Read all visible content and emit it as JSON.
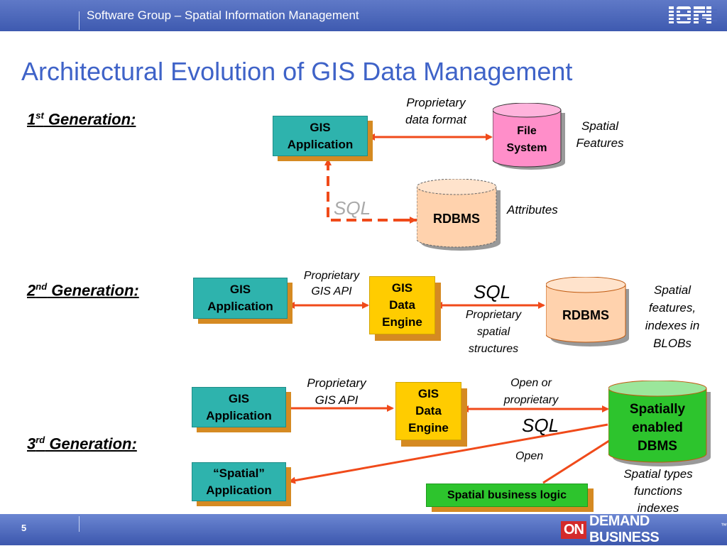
{
  "header": {
    "text": "Software Group – Spatial Information Management",
    "logo": "IBM"
  },
  "title": "Architectural Evolution of GIS Data Management",
  "gen1": {
    "label_pre": "1",
    "label_sup": "st",
    "label_post": " Generation:",
    "app": [
      "GIS",
      "Application"
    ],
    "filesystem": [
      "File",
      "System"
    ],
    "rdbms": "RDBMS",
    "prop_format": [
      "Proprietary",
      "data format"
    ],
    "spatial_features": [
      "Spatial",
      "Features"
    ],
    "attributes": "Attributes",
    "sql": "SQL"
  },
  "gen2": {
    "label_pre": "2",
    "label_sup": "nd",
    "label_post": " Generation:",
    "app": [
      "GIS",
      "Application"
    ],
    "engine": [
      "GIS",
      "Data",
      "Engine"
    ],
    "rdbms": "RDBMS",
    "prop_api": [
      "Proprietary",
      "GIS API"
    ],
    "sql": "SQL",
    "prop_structures": [
      "Proprietary",
      "spatial",
      "structures"
    ],
    "blobs": [
      "Spatial",
      "features,",
      "indexes in",
      "BLOBs"
    ]
  },
  "gen3": {
    "label_pre": "3",
    "label_sup": "rd",
    "label_post": " Generation:",
    "app": [
      "GIS",
      "Application"
    ],
    "spatial_app": [
      "“Spatial”",
      "Application"
    ],
    "engine": [
      "GIS",
      "Data",
      "Engine"
    ],
    "dbms": [
      "Spatially",
      "enabled",
      "DBMS"
    ],
    "prop_api": [
      "Proprietary",
      "GIS API"
    ],
    "open_or": [
      "Open  or",
      "proprietary"
    ],
    "sql": "SQL",
    "open": "Open",
    "types": [
      "Spatial types",
      "functions",
      "indexes"
    ],
    "business_logic": "Spatial business logic"
  },
  "footer": {
    "page": "5",
    "on": "ON",
    "demand": "DEMAND BUSINESS",
    "tm": "™"
  },
  "colors": {
    "title": "#3f63c8",
    "arrow": "#f04a1a",
    "teal": "#2eb3ad",
    "yellow": "#ffcc00",
    "green": "#2dc42d",
    "shadow": "#d58a22",
    "pink": "#ff8ec9",
    "peach": "#ffd2ad"
  }
}
